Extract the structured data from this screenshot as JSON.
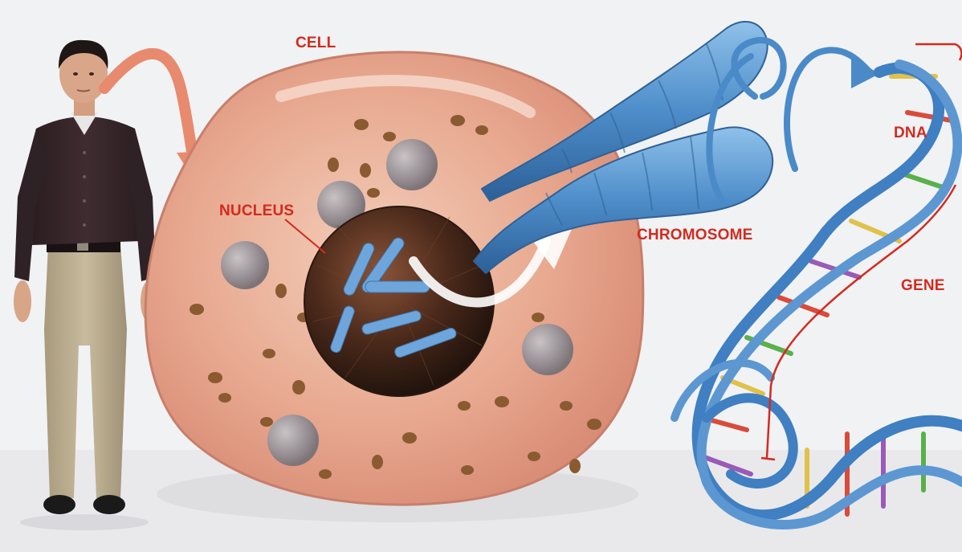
{
  "labels": {
    "cell": "CELL",
    "nucleus": "NUCLEUS",
    "chromosome": "CHROMOSOME",
    "dna": "DNA",
    "gene": "GENE"
  },
  "colors": {
    "label": "#d42a1f",
    "arrow": "#e88a6e",
    "cell_fill": "#e7ab93",
    "nucleus": "#4a2c1c",
    "chromosome": "#5d9ad0",
    "dna_backbone": "#3f7fc2"
  }
}
